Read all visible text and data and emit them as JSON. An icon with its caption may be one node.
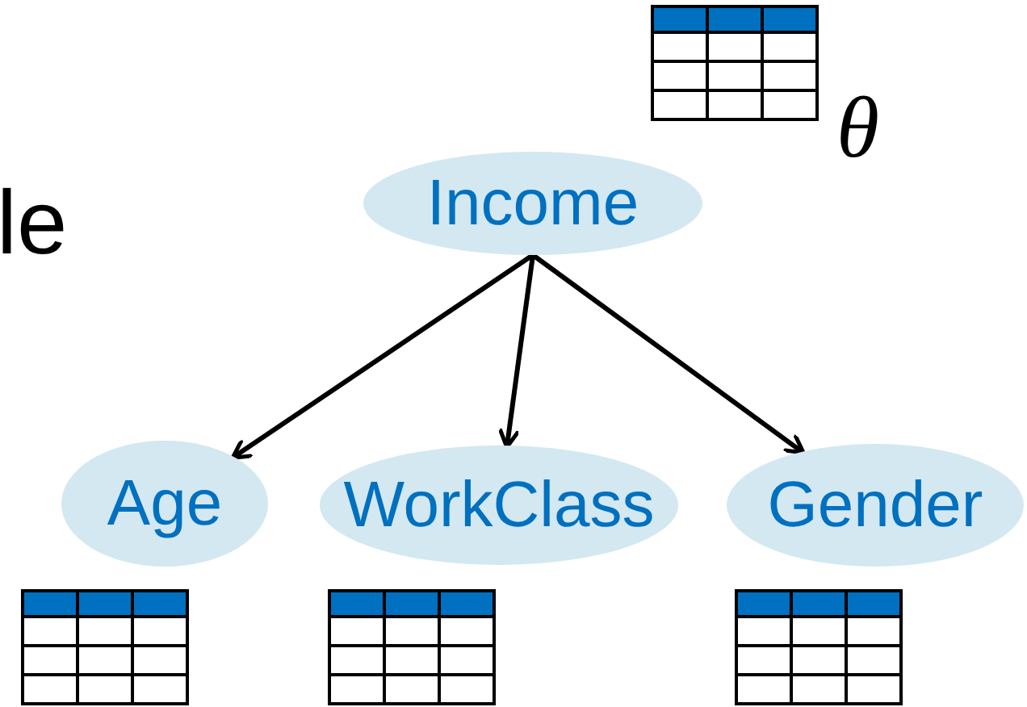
{
  "diagram": {
    "nodes": [
      {
        "text": [
          "Income"
        ]
      },
      {
        "text": [
          "Age"
        ]
      },
      {
        "text": [
          "WorkClass"
        ]
      },
      {
        "text": [
          "Gender"
        ]
      }
    ],
    "edges": [
      {
        "from": 0,
        "to": 1,
        "arrow": "to"
      },
      {
        "from": 0,
        "to": 2,
        "arrow": "to"
      },
      {
        "from": 0,
        "to": 3,
        "arrow": "to"
      }
    ],
    "labels": [
      "le",
      "θ"
    ]
  }
}
